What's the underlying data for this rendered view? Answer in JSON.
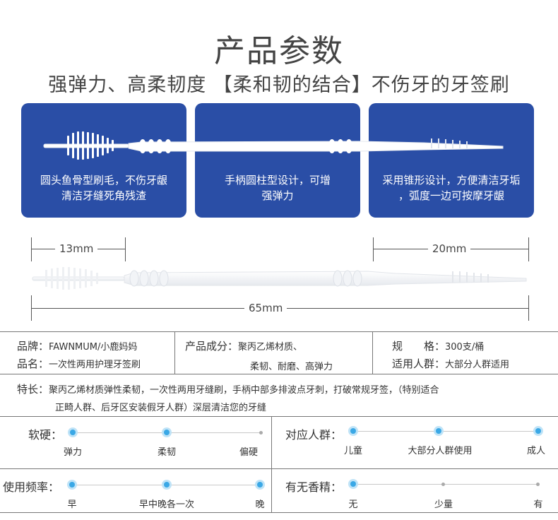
{
  "header": {
    "title": "产品参数",
    "subtitle": "强弹力、高柔韧度 【柔和韧的结合】不伤牙的牙签刷"
  },
  "cards": [
    {
      "line1": "圆头鱼骨型刷毛，不伤牙龈",
      "line2": "清洁牙缝死角残渣"
    },
    {
      "line1": "手柄圆柱型设计，可增",
      "line2": "强弹力"
    },
    {
      "line1": "采用锥形设计，方便清洁牙垢",
      "line2": "，弧度一边可按摩牙龈"
    }
  ],
  "dimensions": {
    "brush": "13mm",
    "tip": "20mm",
    "total": "65mm"
  },
  "specs": {
    "brand_label": "品牌：",
    "brand_value": "FAWNMUM/小鹿妈妈",
    "name_label": "品名：",
    "name_value": "一次性两用护理牙签刷",
    "material_label": "产品成分：",
    "material_line1": "聚丙乙烯材质、",
    "material_line2": "柔韧、耐磨、高弹力",
    "size_label": "规　　格：",
    "size_value": "300支/桶",
    "crowd_label": "适用人群：",
    "crowd_value": "大部分人群适用",
    "feature_label": "特长：",
    "feature_line1": "聚丙乙烯材质弹性柔韧，一次性两用牙缝刷，手柄中部多排波点牙刺，打破常规牙签，（特别适合",
    "feature_line2": "正畸人群、后牙区安装假牙人群）深层清洁您的牙缝"
  },
  "scales": {
    "hardness": {
      "label": "软硬：",
      "ticks": [
        "弹力",
        "柔韧",
        "偏硬"
      ]
    },
    "audience": {
      "label": "对应人群：",
      "ticks": [
        "儿童",
        "大部分人群使用",
        "成人"
      ]
    },
    "frequency": {
      "label": "使用频率：",
      "ticks": [
        "早",
        "早中晚各一次",
        "晚"
      ]
    },
    "fragrance": {
      "label": "有无香精：",
      "ticks": [
        "无",
        "少量",
        "有"
      ]
    }
  },
  "colors": {
    "card_blue": "#2a4ea6",
    "dot_blue": "#3aa8e6"
  }
}
